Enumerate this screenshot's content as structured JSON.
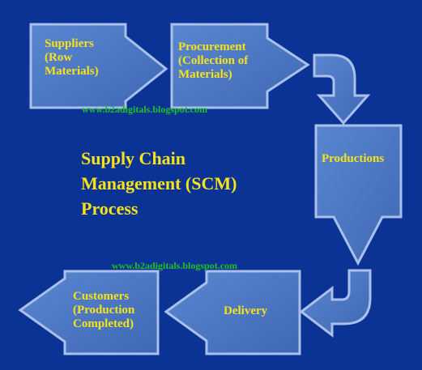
{
  "colors": {
    "background": "#0b3396",
    "shape_fill": "#4a76c0",
    "shape_outline": "#9fb8e8",
    "label_text": "#f7e318",
    "watermark_text": "#20c020"
  },
  "title": {
    "line1": "Supply Chain",
    "line2": "Management (SCM)",
    "line3": "Process"
  },
  "steps": [
    {
      "id": "suppliers",
      "lines": [
        "Suppliers",
        "(Row",
        "Materials)"
      ]
    },
    {
      "id": "procurement",
      "lines": [
        "Procurement",
        "(Collection of",
        "Materials)"
      ]
    },
    {
      "id": "productions",
      "lines": [
        "Productions"
      ]
    },
    {
      "id": "delivery",
      "lines": [
        "Delivery"
      ]
    },
    {
      "id": "customers",
      "lines": [
        "Customers",
        "(Production",
        "Completed)"
      ]
    }
  ],
  "watermarks": [
    "www.b2adigitals.blogspot.com",
    "www.b2adigitals.blogspot.com"
  ]
}
